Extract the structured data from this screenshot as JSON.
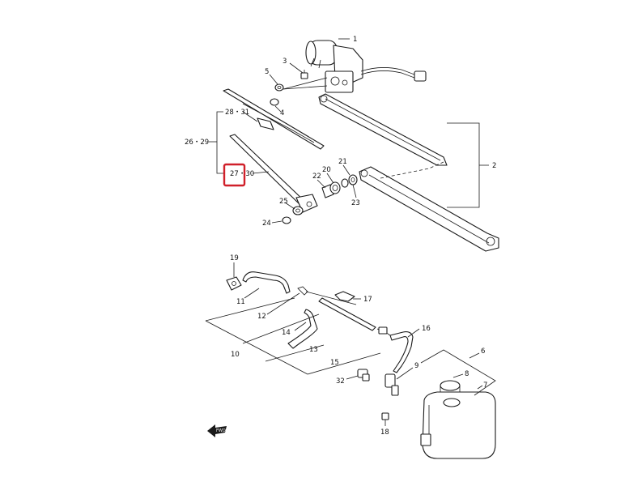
{
  "callouts": {
    "c1": "1",
    "c2": "2",
    "c3": "3",
    "c4": "4",
    "c5": "5",
    "c2831": "28・31",
    "c2629": "26・29",
    "c2730": "27・30",
    "c25": "25",
    "c24": "24",
    "c22": "22",
    "c20": "20",
    "c21": "21",
    "c23": "23",
    "c19": "19",
    "c11": "11",
    "c12": "12",
    "c10": "10",
    "c14": "14",
    "c13": "13",
    "c15": "15",
    "c17": "17",
    "c16": "16",
    "c9": "9",
    "c6": "6",
    "c8": "8",
    "c7": "7",
    "c32": "32",
    "c18": "18"
  },
  "front_marker": "FWD",
  "colors": {
    "highlight": "#d0202a",
    "ink": "#1a1a1a"
  },
  "highlighted_callout": "27・30"
}
